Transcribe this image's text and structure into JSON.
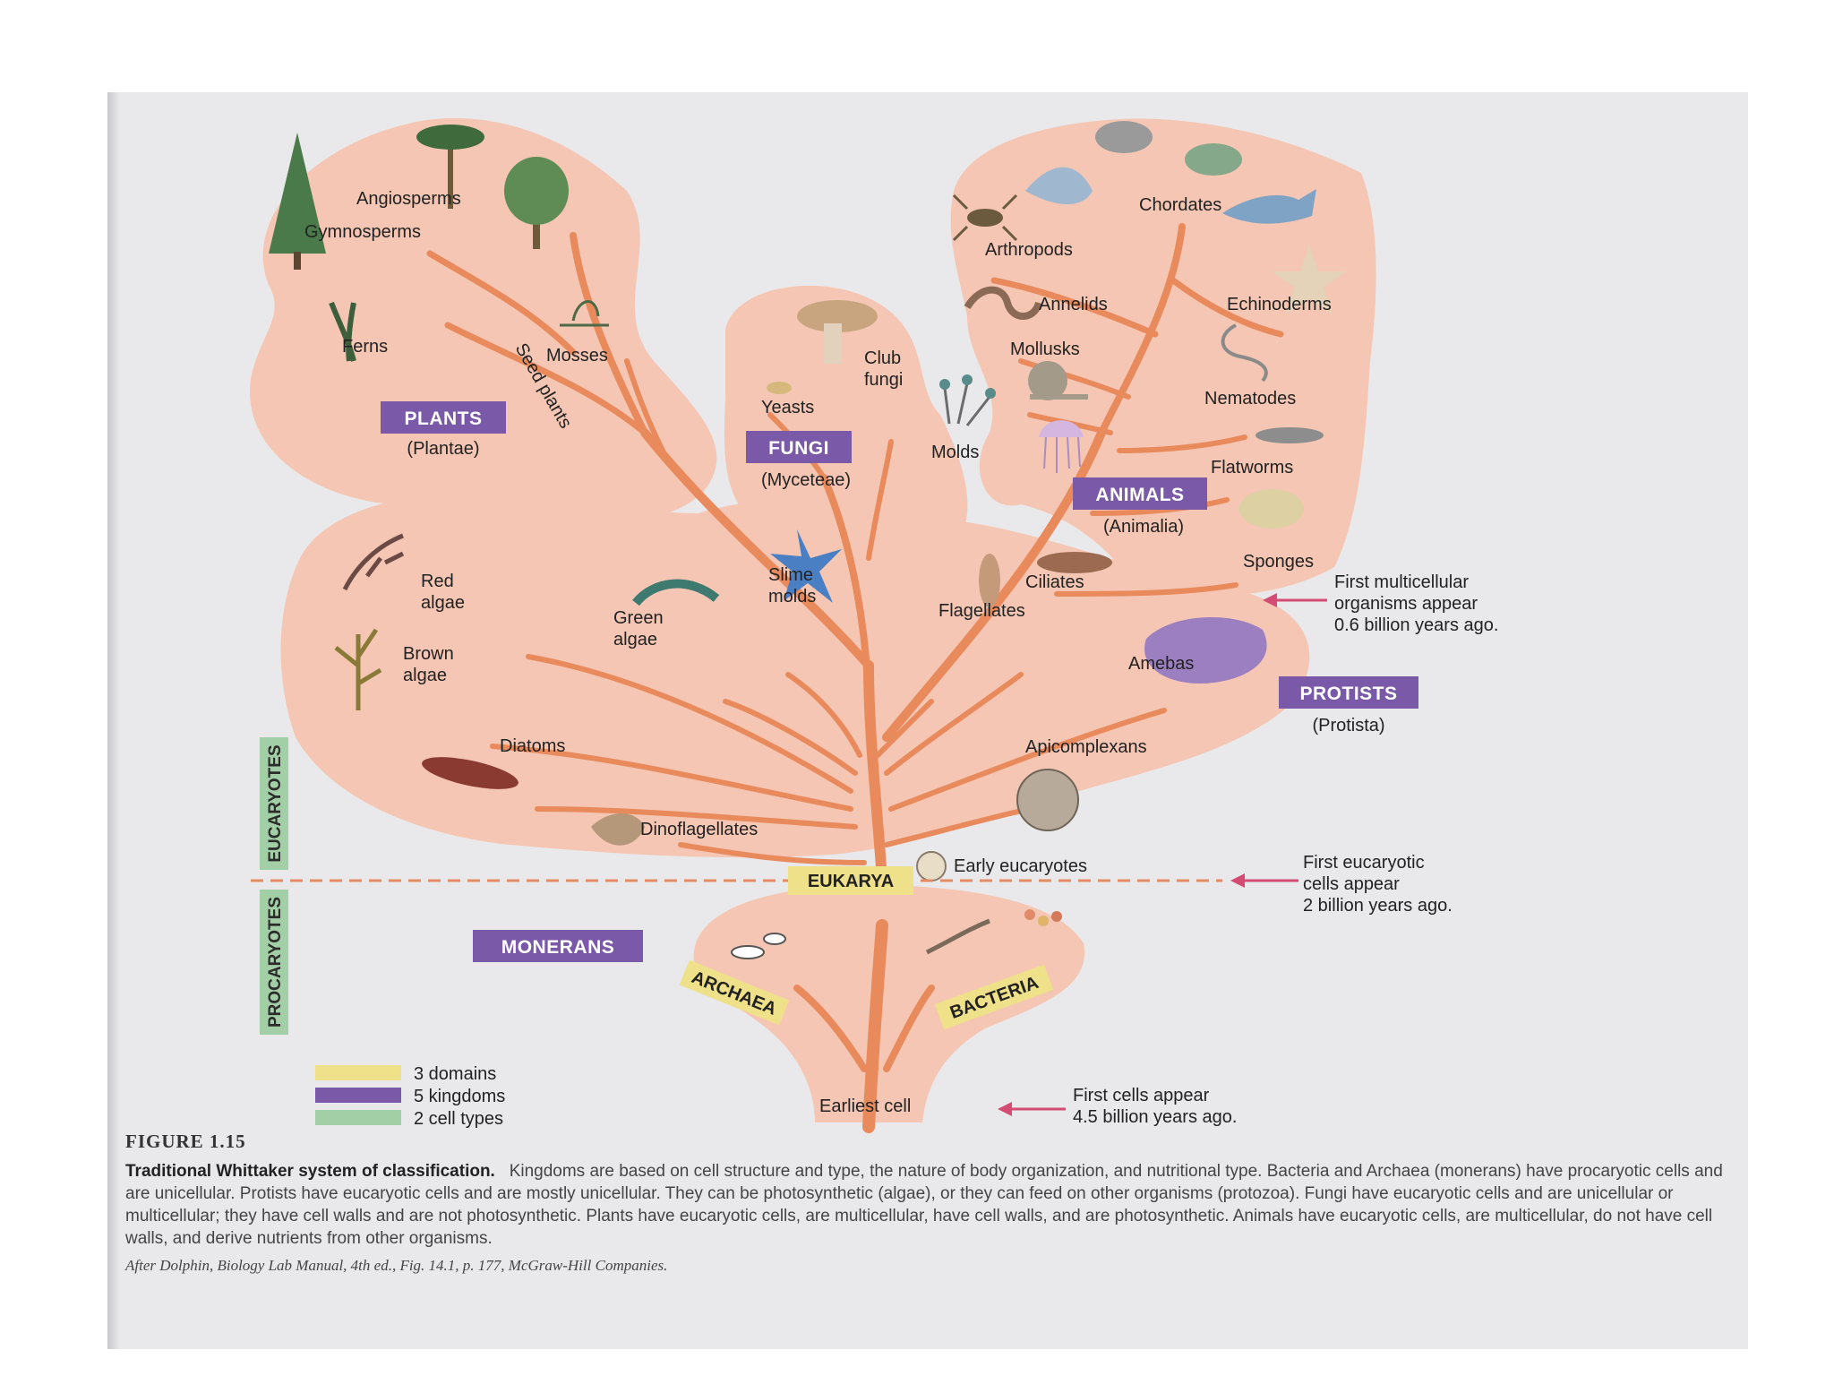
{
  "kingdoms": {
    "plants": {
      "name": "PLANTS",
      "latin": "(Plantae)"
    },
    "fungi": {
      "name": "FUNGI",
      "latin": "(Myceteae)"
    },
    "animals": {
      "name": "ANIMALS",
      "latin": "(Animalia)"
    },
    "protists": {
      "name": "PROTISTS",
      "latin": "(Protista)"
    },
    "monerans": {
      "name": "MONERANS"
    }
  },
  "groups": {
    "angiosperms": "Angiosperms",
    "gymnosperms": "Gymnosperms",
    "ferns": "Ferns",
    "mosses": "Mosses",
    "seed_plants": "Seed plants",
    "club_fungi_1": "Club",
    "club_fungi_2": "fungi",
    "yeasts": "Yeasts",
    "molds": "Molds",
    "chordates": "Chordates",
    "arthropods": "Arthropods",
    "annelids": "Annelids",
    "echinoderms": "Echinoderms",
    "mollusks": "Mollusks",
    "nematodes": "Nematodes",
    "flatworms": "Flatworms",
    "sponges": "Sponges",
    "red_algae_1": "Red",
    "red_algae_2": "algae",
    "green_algae_1": "Green",
    "green_algae_2": "algae",
    "brown_algae_1": "Brown",
    "brown_algae_2": "algae",
    "slime_molds_1": "Slime",
    "slime_molds_2": "molds",
    "ciliates": "Ciliates",
    "flagellates": "Flagellates",
    "amebas": "Amebas",
    "diatoms": "Diatoms",
    "apicomplexans": "Apicomplexans",
    "dinoflagellates": "Dinoflagellates",
    "early_eucaryotes": "Early eucaryotes",
    "earliest_cell": "Earliest cell"
  },
  "domains": {
    "eukarya": "EUKARYA",
    "archaea": "ARCHAEA",
    "bacteria": "BACTERIA"
  },
  "cell_types": {
    "eucaryotes": "EUCARYOTES",
    "procaryotes": "PROCARYOTES"
  },
  "milestones": {
    "multicellular": [
      "First multicellular",
      "organisms appear",
      "0.6 billion years ago."
    ],
    "eucaryotic": [
      "First eucaryotic",
      "cells appear",
      "2 billion years ago."
    ],
    "first_cells": [
      "First  cells appear",
      "4.5 billion years ago."
    ]
  },
  "legend": {
    "domains": "3 domains",
    "kingdoms": "5 kingdoms",
    "cell_types": "2 cell types"
  },
  "colors": {
    "kingdom_box": "#7a5aa8",
    "domain_box": "#efe08a",
    "cell_type": "#a3cfa6",
    "branch": "#e88a5c",
    "region": "#f4c6b3",
    "arrow": "#d44c73"
  },
  "caption": {
    "figure": "FIGURE 1.15",
    "title": "Traditional Whittaker system of classification.",
    "body": "Kingdoms are based on cell structure and type, the nature of body organization, and nutritional type. Bacteria and Archaea (monerans) have procaryotic cells and are unicellular. Protists have eucaryotic cells and are mostly unicellular. They can be photosynthetic (algae), or they can feed on other organisms (protozoa). Fungi have eucaryotic cells and are unicellular or multicellular; they have cell walls and are not photosynthetic. Plants have eucaryotic cells, are multicellular, have cell walls, and are photosynthetic. Animals have eucaryotic cells, are multicellular, do not have cell walls, and derive nutrients from other organisms.",
    "credit": "After Dolphin, Biology Lab Manual, 4th ed., Fig. 14.1, p. 177, McGraw-Hill Companies."
  }
}
